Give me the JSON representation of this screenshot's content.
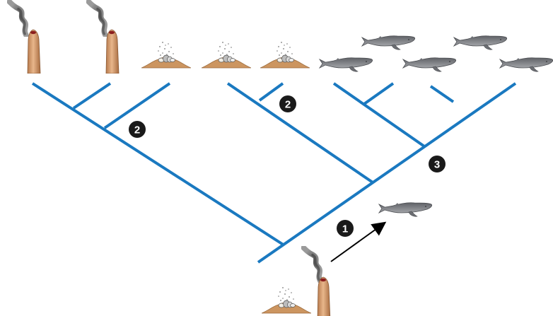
{
  "figure": {
    "colors": {
      "branch": "#1a79c0",
      "badge": "#1a1a1a",
      "chimney": "#d79e72",
      "mound": "#c98f5b",
      "smoke": "#6b6b6b",
      "whale": "#7d7f84",
      "arrow": "#000000"
    },
    "badges": {
      "one": "1",
      "two_a": "2",
      "two_b": "2",
      "three": "3"
    },
    "icons": [
      "black-smoker-chimney-icon",
      "whale-fall-mound-icon",
      "whale-icon",
      "arrow-icon"
    ]
  }
}
